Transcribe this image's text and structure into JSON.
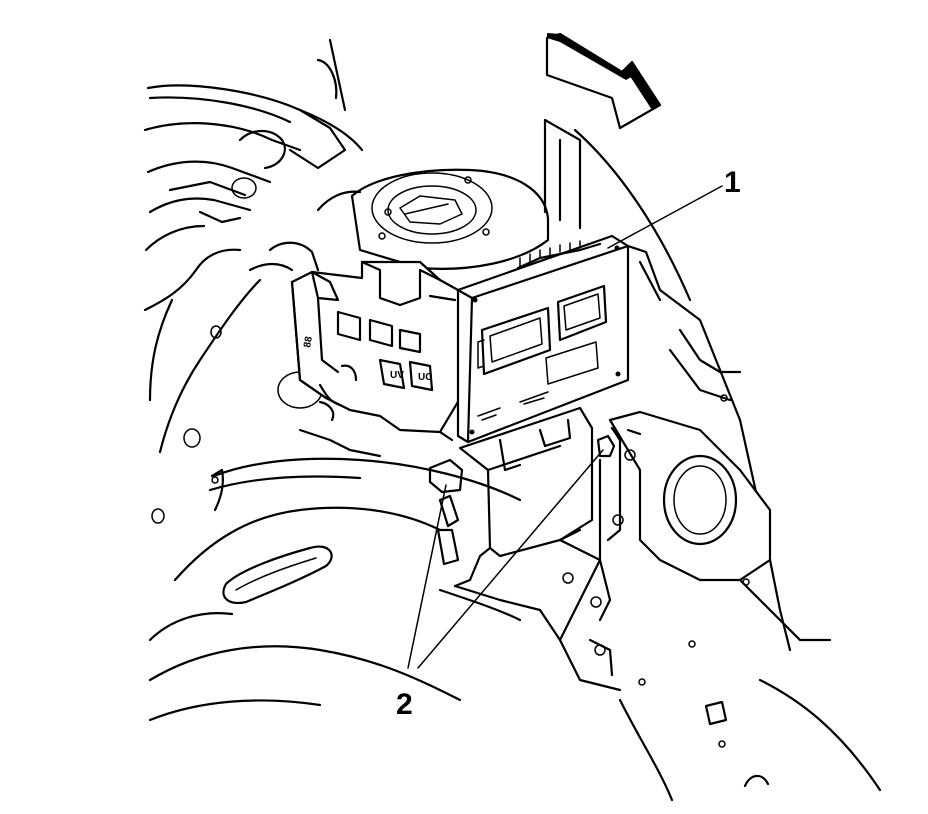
{
  "diagram": {
    "callouts": [
      {
        "id": "callout-1",
        "label": "1"
      },
      {
        "id": "callout-2",
        "label": "2"
      }
    ],
    "direction_arrow_icon": "forward-arrow-icon",
    "colors": {
      "line": "#000000",
      "background": "#ffffff"
    }
  }
}
